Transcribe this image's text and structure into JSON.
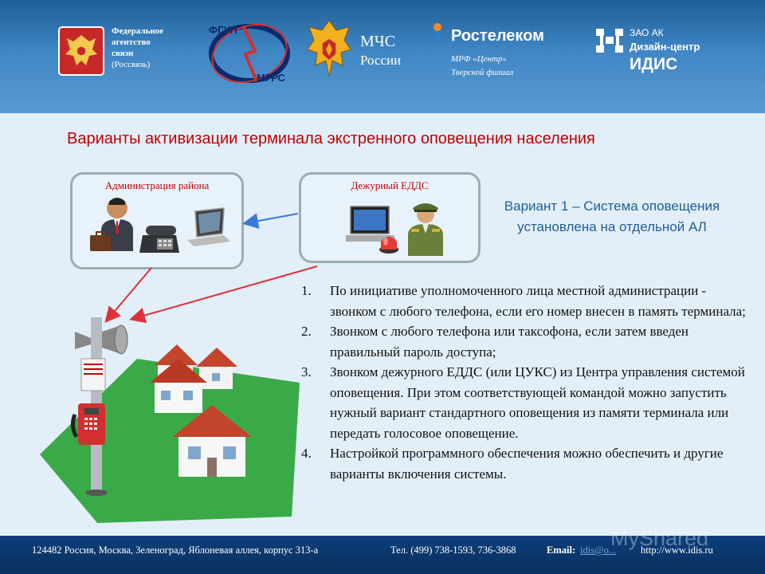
{
  "header": {
    "rossvyaz": [
      "Федеральное",
      "агентство",
      "связи",
      "(Россвязь)"
    ],
    "fgup_logo_text": [
      "ФГУП",
      "МГРС"
    ],
    "mchs": [
      "МЧС",
      "России"
    ],
    "rostelecom": "Ростелеком",
    "mrf": [
      "МРФ «Центр»",
      "Тверской филиал"
    ],
    "idis": [
      "ЗАО АК",
      "Дизайн-центр",
      "ИДИС"
    ]
  },
  "title": "Варианты активизации терминала экстренного оповещения населения",
  "boxes": {
    "admin_label": "Администрация района",
    "edds_label": "Дежурный ЕДДС"
  },
  "variant_text": "Вариант 1 – Система оповещения установлена на отдельной АЛ",
  "steps": [
    {
      "num": "1.",
      "text": "По инициативе уполномоченного лица местной администрации - звонком с любого телефона, если его номер внесен в память терминала;"
    },
    {
      "num": "2.",
      "text": "Звонком с любого телефона или таксофона, если затем введен правильный пароль доступа;"
    },
    {
      "num": "3.",
      "text": "Звонком дежурного ЕДДС (или ЦУКС) из Центра управления системой оповещения. При этом соответствующей командой можно запустить нужный вариант стандартного оповещения из памяти терминала или передать голосовое оповещение."
    },
    {
      "num": "4.",
      "text": "Настройкой программного обеспечения можно обеспечить и другие варианты включения системы."
    }
  ],
  "footer": {
    "address": "124482 Россия, Москва, Зеленоград, Яблоневая аллея, корпус 313-а",
    "tel": "Тел. (499) 738-1593, 736-3868",
    "email_label": "Email:",
    "email": "idis@o...",
    "url": "http://www.idis.ru"
  },
  "watermark": "MyShared",
  "colors": {
    "header_blue": "#3f86c4",
    "title_red": "#c00000",
    "variant_blue": "#1f5f99",
    "ground_green": "#3aaa48",
    "footer_navy": "#0a2f5e"
  },
  "icons": [
    "russia-emblem-icon",
    "fgup-mgrs-logo-icon",
    "mchs-emblem-icon",
    "rostelecom-logo-icon",
    "idis-logo-icon",
    "official-avatar-icon",
    "desk-phone-icon",
    "laptop-icon",
    "officer-avatar-icon",
    "siren-icon",
    "loudspeaker-icon",
    "payphone-icon",
    "house-icon"
  ]
}
